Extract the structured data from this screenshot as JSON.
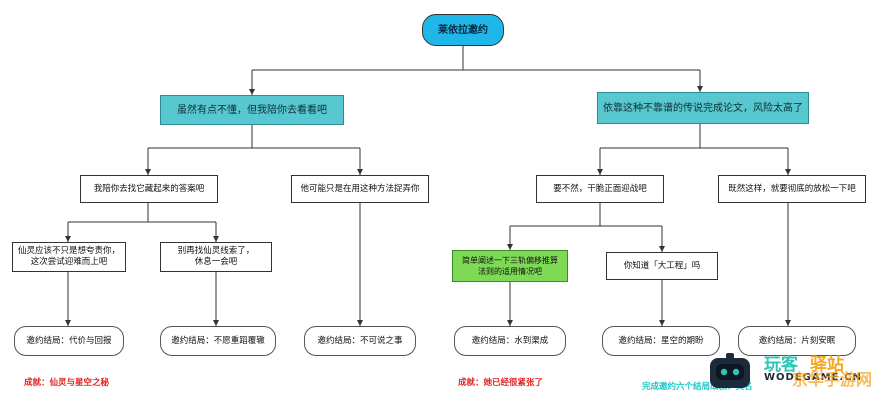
{
  "root": "莱依拉邀约",
  "choices": {
    "left": "虽然有点不懂，但我陪你去看看吧",
    "right": "依靠这种不靠谱的传说完成论文，风险太高了"
  },
  "level2": {
    "ll": "我陪你去找它藏起来的答案吧",
    "lr": "他可能只是在用这种方法捉弄你",
    "rl": "要不然，干脆正面迎战吧",
    "rr": "既然这样，就要彻底的放松一下吧"
  },
  "level3": {
    "lll": "仙灵应该不只是想夸责你，\n这次尝试迎难而上吧",
    "llr": "别再找仙灵线索了，\n休息一会吧",
    "rll": "简单阐述一下三轨偏移推算\n法则的适用情况吧",
    "rlr": "你知道「大工程」吗"
  },
  "endings": {
    "e1": "邀约结局：代价与回报",
    "e2": "邀约结局：不愿重蹈覆辙",
    "e3": "邀约结局：不可说之事",
    "e4": "邀约结局：水到渠成",
    "e5": "邀约结局：星空的期盼",
    "e6": "邀约结局：片刻安眠"
  },
  "achievements": {
    "a1": "成就：仙灵与星空之秘",
    "a2": "成就：她已经很紧张了"
  },
  "footer_note": "完成邀约六个结局成就：其名",
  "watermark": {
    "line1a": "玩客",
    "line1b": "驿站",
    "line2": "WODEGAME.CN",
    "line3": "京华手游网",
    "colors": {
      "teal": "#2ec4b6",
      "gold": "#f5a623",
      "dark": "#1d2a3a"
    }
  },
  "colors": {
    "root_fill": "#1fb7e8",
    "choice_fill": "#57c7d0",
    "highlight_fill": "#7ed957",
    "achievement_text": "#e02424",
    "note_text": "#1cc7c7"
  }
}
